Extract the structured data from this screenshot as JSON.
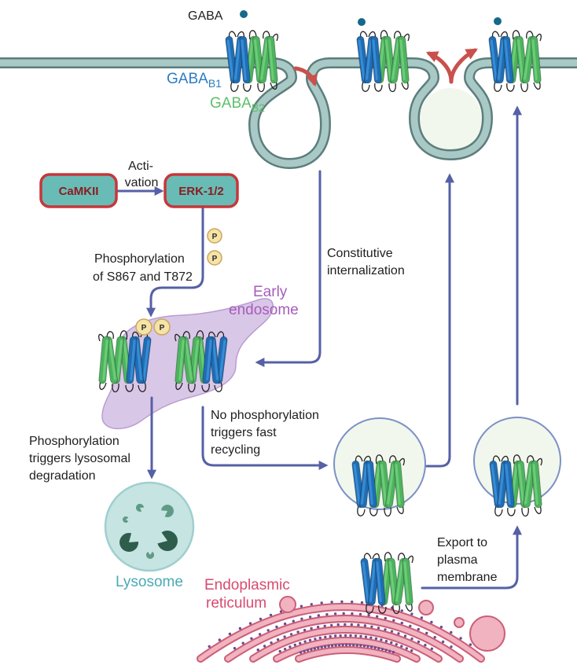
{
  "ligand": {
    "label": "GABA"
  },
  "subunits": {
    "b1": {
      "base": "GABA",
      "sub": "B1",
      "color": "#2d7cc4"
    },
    "b2": {
      "base": "GABA",
      "sub": "B2",
      "color": "#5dbf6a"
    }
  },
  "kinases": {
    "camkii": "CaMKII",
    "erk": "ERK-1/2"
  },
  "activation_label": [
    "Acti-",
    "vation"
  ],
  "phospho_mark": "P",
  "phosphorylation_sites_label": [
    "Phosphorylation",
    "of S867 and T872"
  ],
  "constitutive_label": [
    "Constitutive",
    "internalization"
  ],
  "early_endosome_label": [
    "Early",
    "endosome"
  ],
  "fast_recycling_label": [
    "No phosphorylation",
    "triggers fast",
    "recycling"
  ],
  "lysosomal_degradation_label": [
    "Phosphorylation",
    "triggers lysosomal",
    "degradation"
  ],
  "lysosome_label": "Lysosome",
  "export_label": [
    "Export to",
    "plasma",
    "membrane"
  ],
  "er_label": [
    "Endoplasmic",
    "reticulum"
  ],
  "colors": {
    "membrane_fill": "#a9c9c6",
    "membrane_edge": "#5c7e7c",
    "arrow": "#5660a6",
    "red_arrow": "#c9504c",
    "kinase_fill": "#69bcb5",
    "kinase_border": "#c6373b",
    "kinase_text": "#8a1d22",
    "endosome": "#d9c7e7",
    "endosome_text": "#a65cbb",
    "lysosome": "#c6e4e2",
    "lysosome_text": "#4aaab4",
    "er": "#f1b3c0",
    "er_edge": "#cc5f78",
    "er_text": "#d94a70",
    "vesicle": "#f1f7ec",
    "vesicle_edge": "#7d91c6",
    "phospho": "#f6e3a6",
    "receptor_blue": "#1f6db5",
    "receptor_blue_light": "#3e93dc",
    "receptor_green": "#4db35e",
    "receptor_green_light": "#74d27f",
    "gaba": "#15698a",
    "text": "#1e1e1e"
  }
}
